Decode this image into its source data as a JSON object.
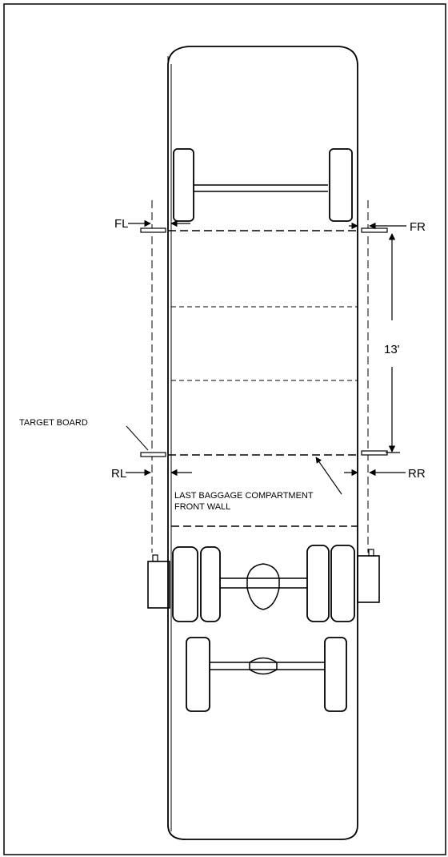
{
  "labels": {
    "fl": "FL",
    "fr": "FR",
    "rl": "RL",
    "rr": "RR",
    "distance": "13'",
    "target_board": "TARGET BOARD",
    "compartment_line1": "LAST BAGGAGE COMPARTMENT",
    "compartment_line2": "FRONT WALL"
  }
}
